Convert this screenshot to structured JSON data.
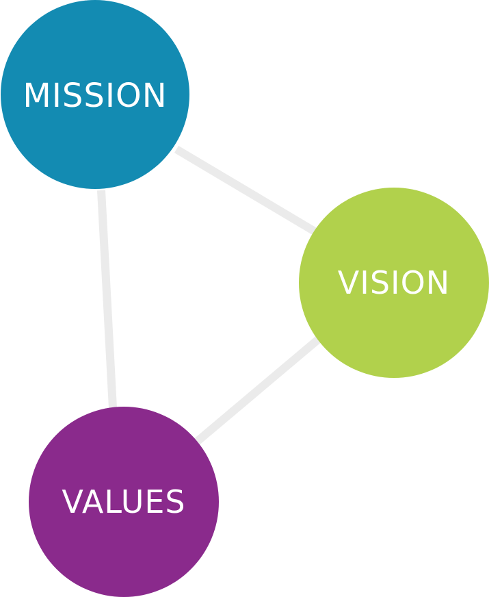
{
  "nodes": [
    {
      "id": "mission",
      "label": "MISSION",
      "color": "#138BB2"
    },
    {
      "id": "vision",
      "label": "VISION",
      "color": "#B1D14C"
    },
    {
      "id": "values",
      "label": "VALUES",
      "color": "#8A2A8C"
    }
  ],
  "connector_color": "#EBEBEB",
  "connections": [
    {
      "from": "mission",
      "to": "vision"
    },
    {
      "from": "mission",
      "to": "values"
    },
    {
      "from": "vision",
      "to": "values"
    }
  ]
}
